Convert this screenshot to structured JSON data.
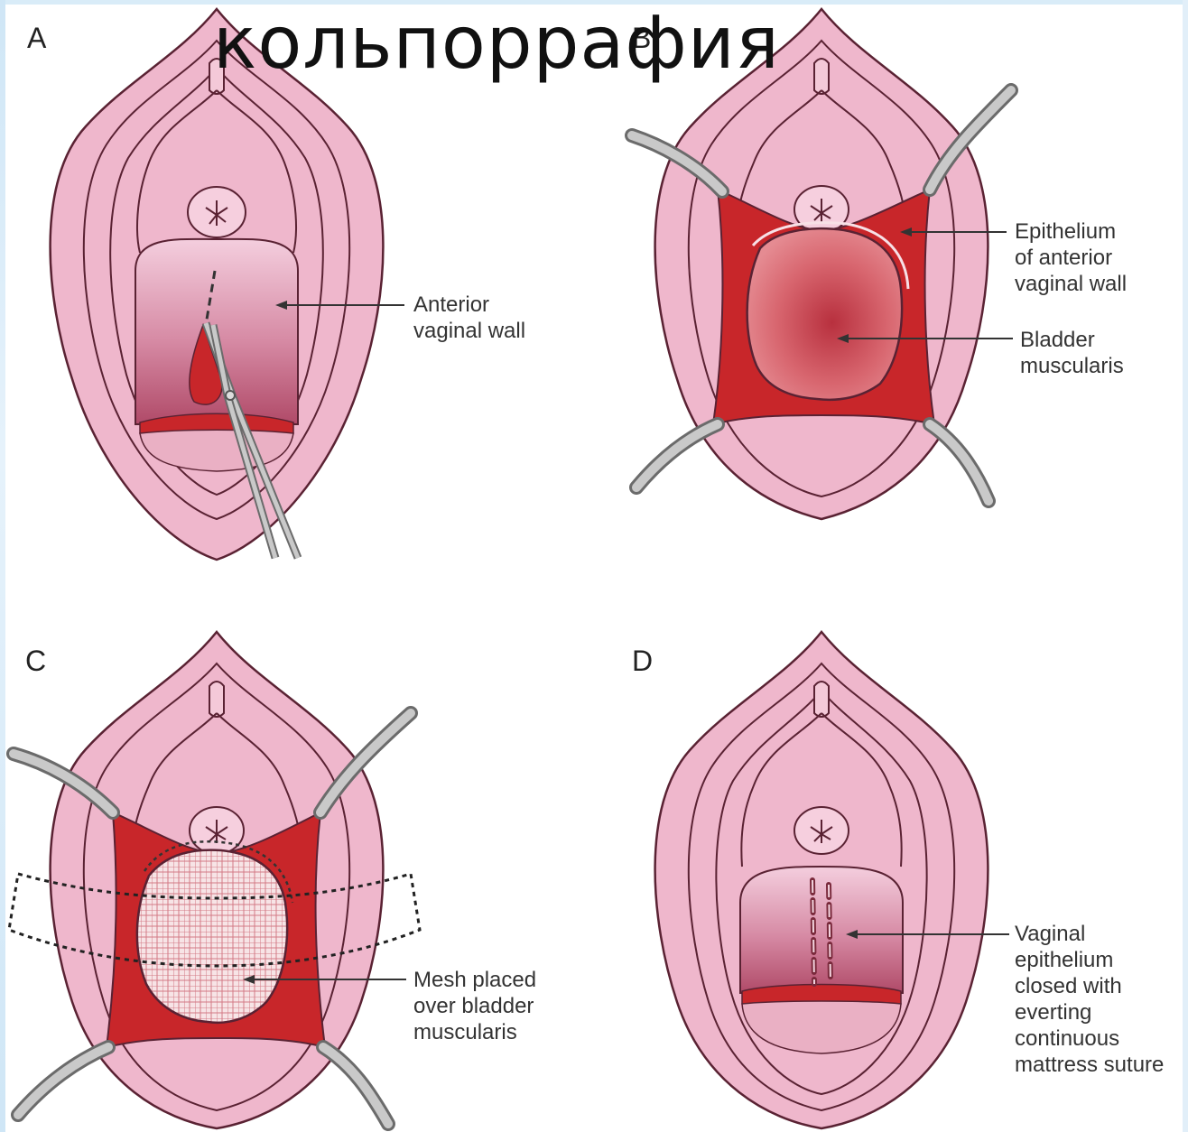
{
  "title": "кольпоррафия",
  "panels": {
    "A": {
      "letter": "A",
      "labels": [
        [
          "Anterior",
          "vaginal wall"
        ]
      ]
    },
    "B": {
      "letter": "B",
      "labels": [
        [
          "Epithelium",
          "of anterior",
          "vaginal wall"
        ],
        [
          "Bladder",
          "muscularis"
        ]
      ]
    },
    "C": {
      "letter": "C",
      "labels": [
        [
          "Mesh placed",
          "over bladder",
          "muscularis"
        ]
      ]
    },
    "D": {
      "letter": "D",
      "labels": [
        [
          "Vaginal",
          "epithelium",
          "closed with",
          "everting",
          "continuous",
          "mattress suture"
        ]
      ]
    }
  },
  "colors": {
    "tissue": "#efb7cc",
    "tissue_outline": "#6a2a3c",
    "wall": "#b8506e",
    "exposed": "#c8262a",
    "bladder": "#d04a55",
    "instrument": "#a8a8a8",
    "mesh": "#f5e0e3",
    "slide_edge": "#d9ecf8"
  }
}
